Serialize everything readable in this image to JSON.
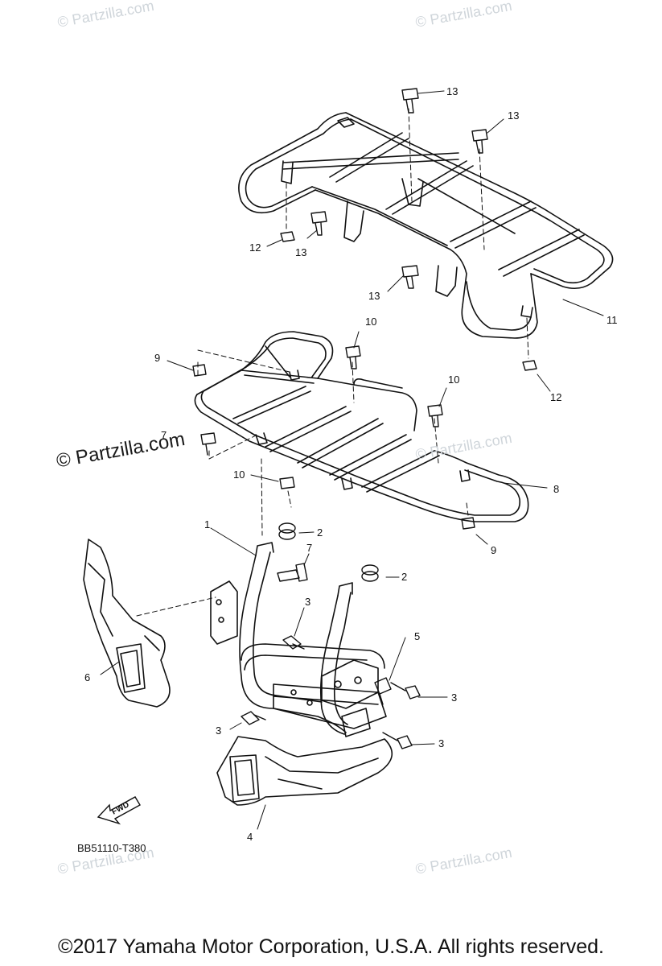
{
  "watermarks": [
    "© Partzilla.com",
    "© Partzilla.com",
    "© Partzilla.com",
    "© Partzilla.com",
    "© Partzilla.com",
    "© Partzilla.com"
  ],
  "callouts": {
    "c1": "1",
    "c2a": "2",
    "c2b": "2",
    "c3a": "3",
    "c3b": "3",
    "c3c": "3",
    "c3d": "3",
    "c4": "4",
    "c5": "5",
    "c6": "6",
    "c7a": "7",
    "c7b": "7",
    "c8": "8",
    "c9a": "9",
    "c9b": "9",
    "c10a": "10",
    "c10b": "10",
    "c10c": "10",
    "c11": "11",
    "c12a": "12",
    "c12b": "12",
    "c13a": "13",
    "c13b": "13",
    "c13c": "13",
    "c13d": "13"
  },
  "fwd_label": "FWD",
  "reference_code": "BB51110-T380",
  "copyright": "©2017  Yamaha Motor Corporation, U.S.A. All rights reserved."
}
